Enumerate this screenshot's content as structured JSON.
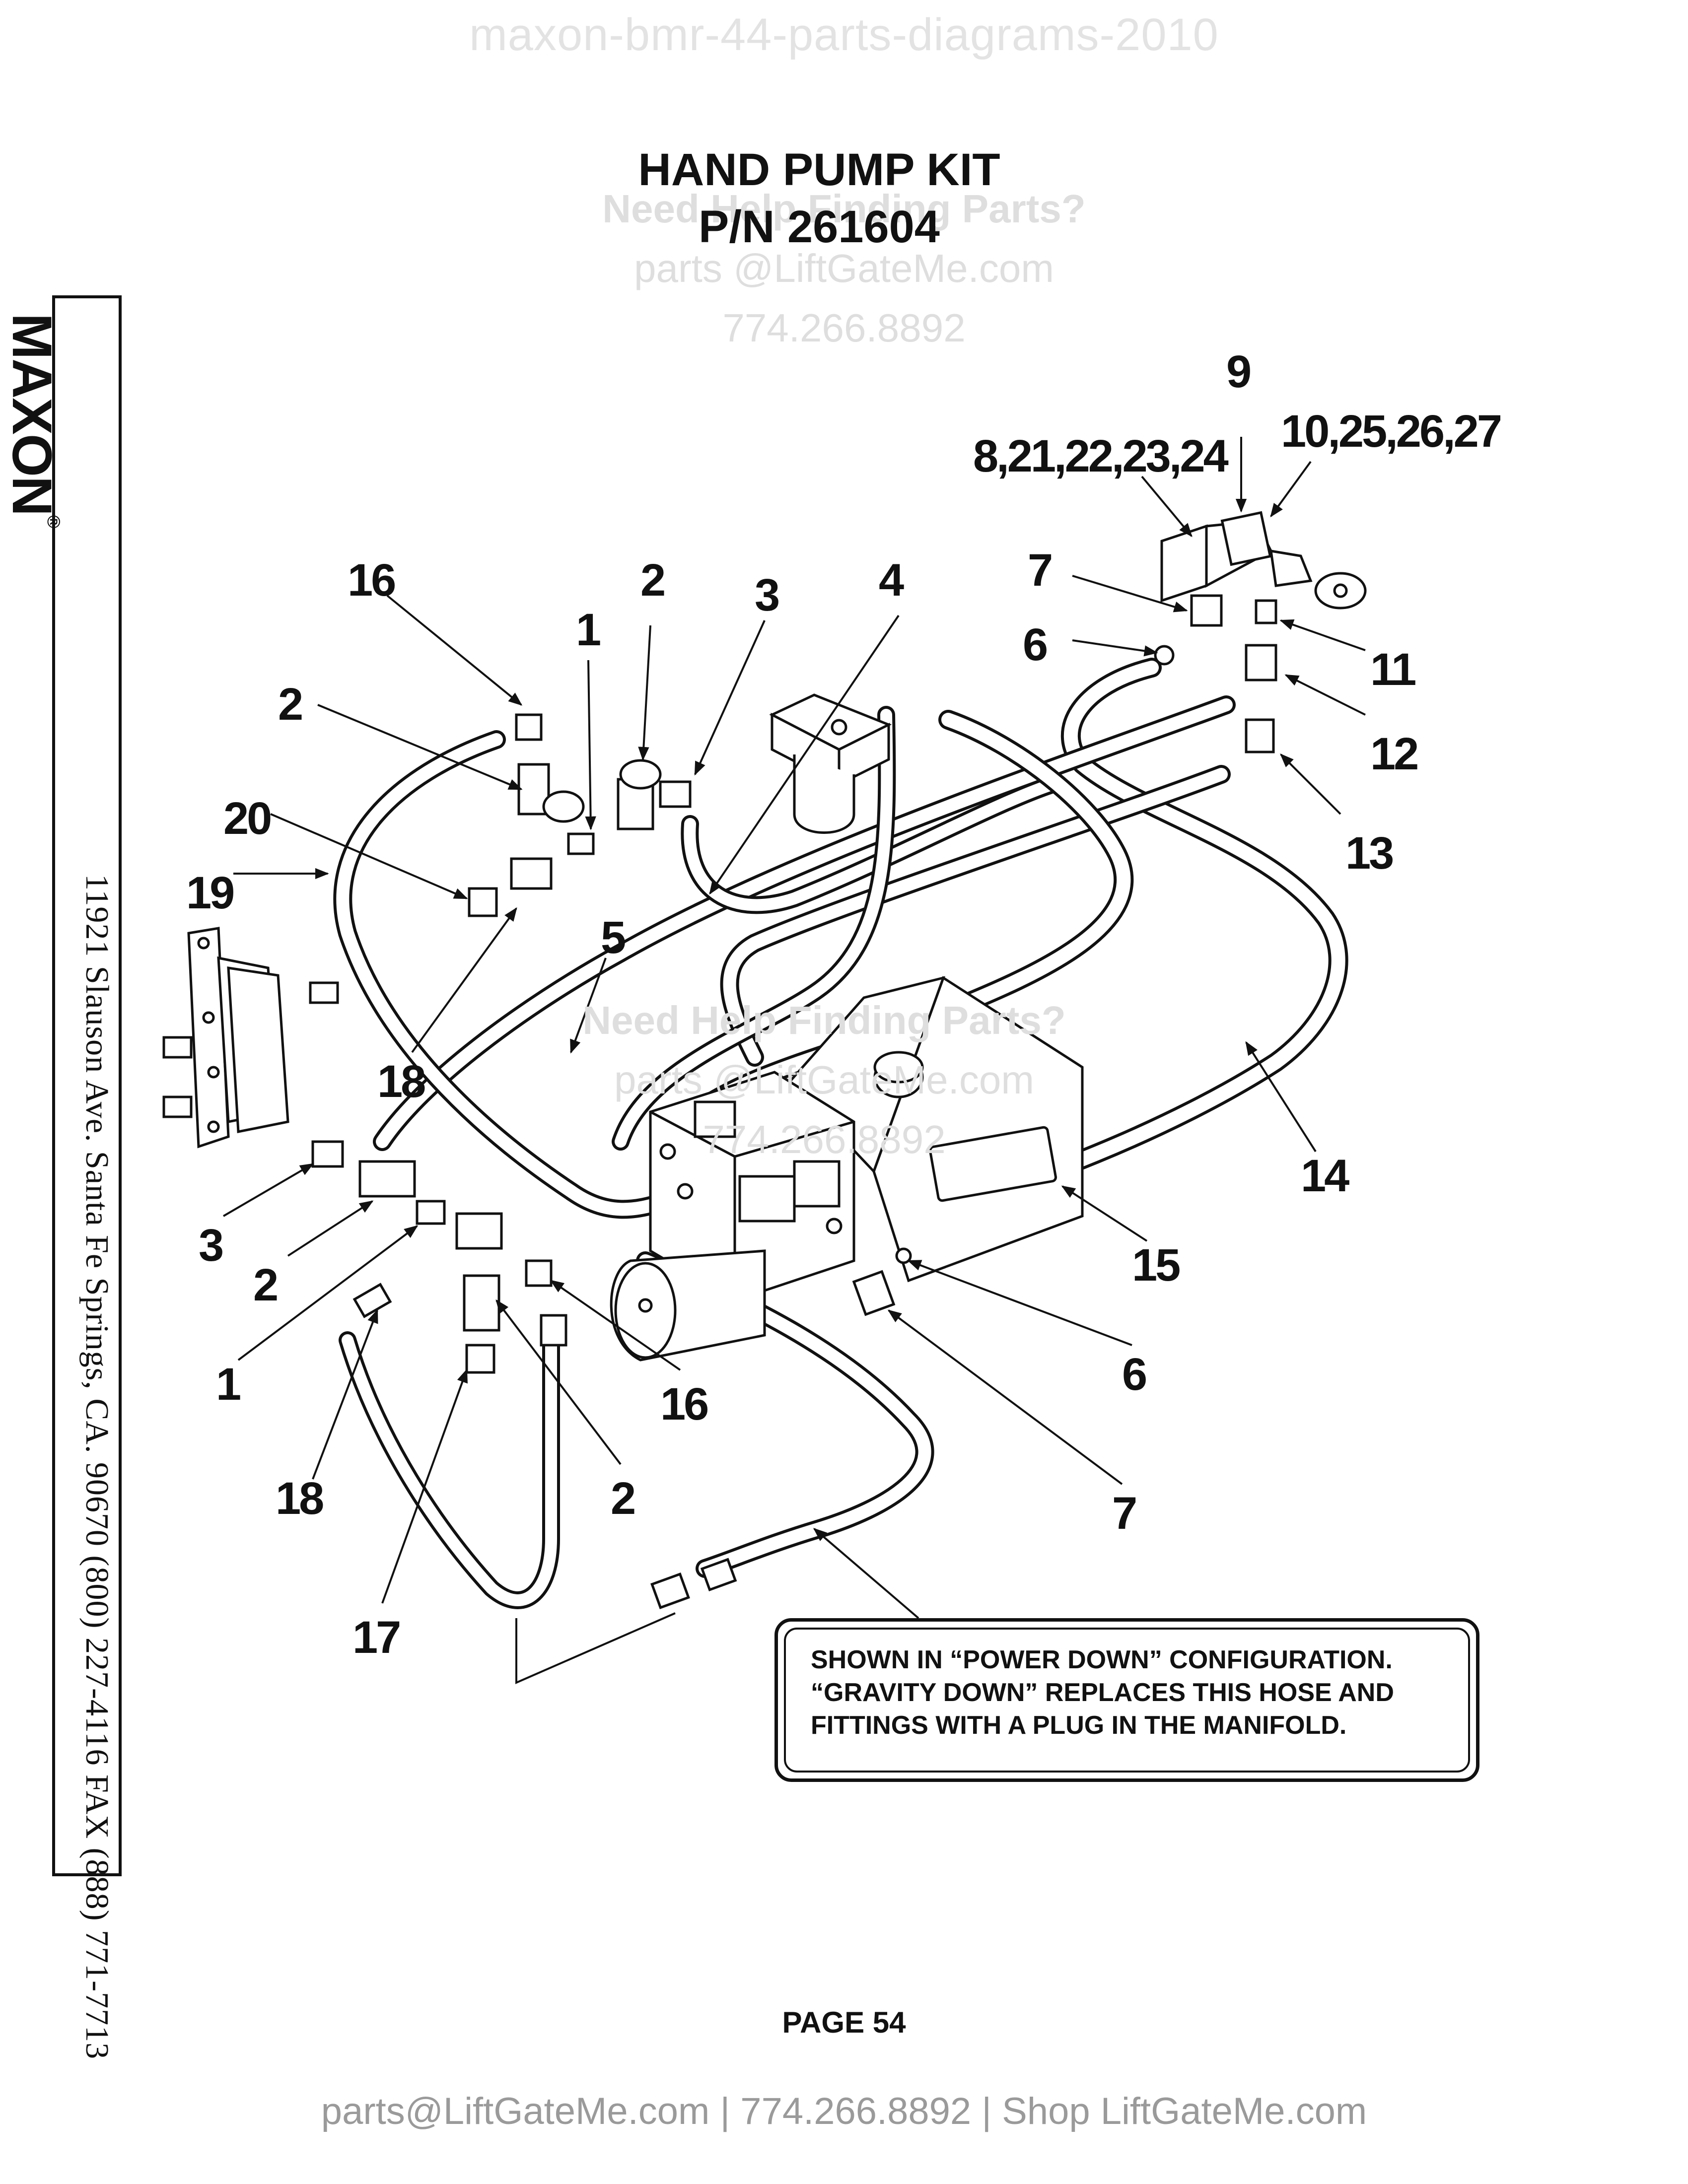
{
  "header_watermark": "maxon-bmr-44-parts-diagrams-2010",
  "title": {
    "line1": "HAND PUMP KIT",
    "line2": "P/N 261604"
  },
  "help_watermark": {
    "heading": "Need Help Finding Parts?",
    "email": "parts @LiftGateMe.com",
    "phone": "774.266.8892"
  },
  "help_watermark_center": {
    "heading": "Need Help Finding Parts?",
    "email": "parts @LiftGateMe.com",
    "phone": "774.266.8892"
  },
  "sidebar": {
    "brand": "MAXON",
    "registered": "®",
    "address": "11921 Slauson Ave.  Santa Fe Springs, CA.  90670  (800) 227-4116  FAX (888) 771-7713"
  },
  "callouts": [
    {
      "id": "c9",
      "label": "9"
    },
    {
      "id": "c8",
      "label": "8,21,22,23,24"
    },
    {
      "id": "c10",
      "label": "10,25,26,27"
    },
    {
      "id": "c16a",
      "label": "16"
    },
    {
      "id": "c1a",
      "label": "1"
    },
    {
      "id": "c2a",
      "label": "2"
    },
    {
      "id": "c3a",
      "label": "3"
    },
    {
      "id": "c4",
      "label": "4"
    },
    {
      "id": "c7a",
      "label": "7"
    },
    {
      "id": "c6a",
      "label": "6"
    },
    {
      "id": "c11",
      "label": "11"
    },
    {
      "id": "c12",
      "label": "12"
    },
    {
      "id": "c13",
      "label": "13"
    },
    {
      "id": "c2b",
      "label": "2"
    },
    {
      "id": "c20",
      "label": "20"
    },
    {
      "id": "c19",
      "label": "19"
    },
    {
      "id": "c5",
      "label": "5"
    },
    {
      "id": "c18a",
      "label": "18"
    },
    {
      "id": "c14",
      "label": "14"
    },
    {
      "id": "c15",
      "label": "15"
    },
    {
      "id": "c3b",
      "label": "3"
    },
    {
      "id": "c2c",
      "label": "2"
    },
    {
      "id": "c1b",
      "label": "1"
    },
    {
      "id": "c16b",
      "label": "16"
    },
    {
      "id": "c6b",
      "label": "6"
    },
    {
      "id": "c2d",
      "label": "2"
    },
    {
      "id": "c7b",
      "label": "7"
    },
    {
      "id": "c18b",
      "label": "18"
    },
    {
      "id": "c17",
      "label": "17"
    }
  ],
  "note": {
    "line1": "SHOWN IN “POWER DOWN” CONFIGURATION.",
    "line2": "“GRAVITY DOWN” REPLACES THIS HOSE AND",
    "line3": "FITTINGS WITH A PLUG IN THE MANIFOLD."
  },
  "page_label": "PAGE 54",
  "footer": "parts@LiftGateMe.com | 774.266.8892 | Shop LiftGateMe.com"
}
